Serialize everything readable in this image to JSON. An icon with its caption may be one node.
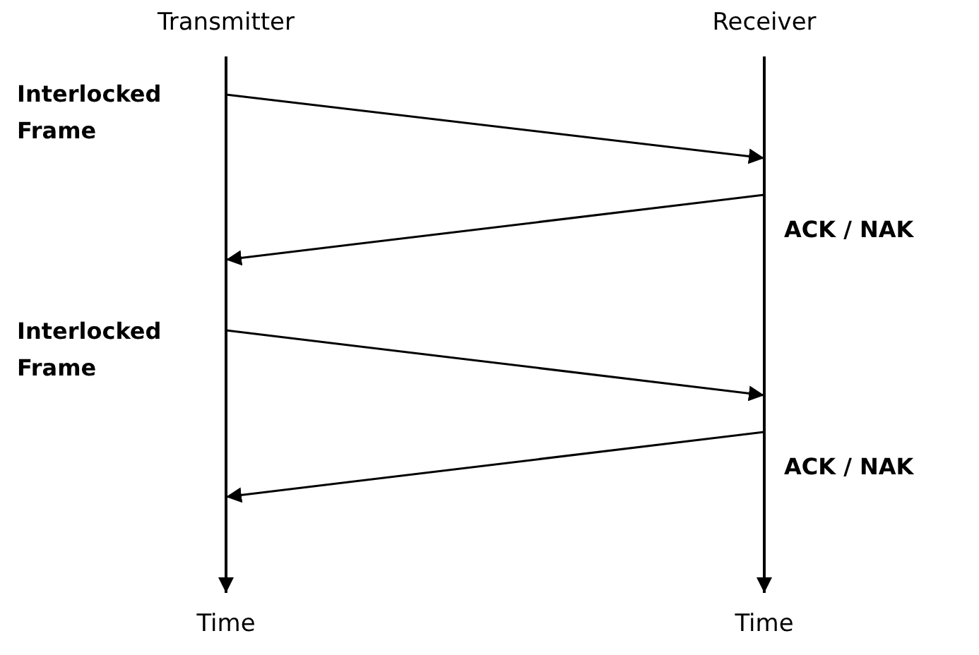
{
  "diagram": {
    "nodes": [
      {
        "text": [
          "Transmitter"
        ]
      },
      {
        "text": [
          "Receiver"
        ]
      }
    ],
    "edges": [
      {
        "from": 0,
        "to": 1,
        "arrow": "to",
        "label": "Interlocked Frame"
      },
      {
        "from": 1,
        "to": 0,
        "arrow": "to",
        "label": "ACK / NAK"
      },
      {
        "from": 0,
        "to": 1,
        "arrow": "to",
        "label": "Interlocked Frame"
      },
      {
        "from": 1,
        "to": 0,
        "arrow": "to",
        "label": "ACK / NAK"
      }
    ],
    "labels": [
      "Time",
      "Time"
    ]
  }
}
